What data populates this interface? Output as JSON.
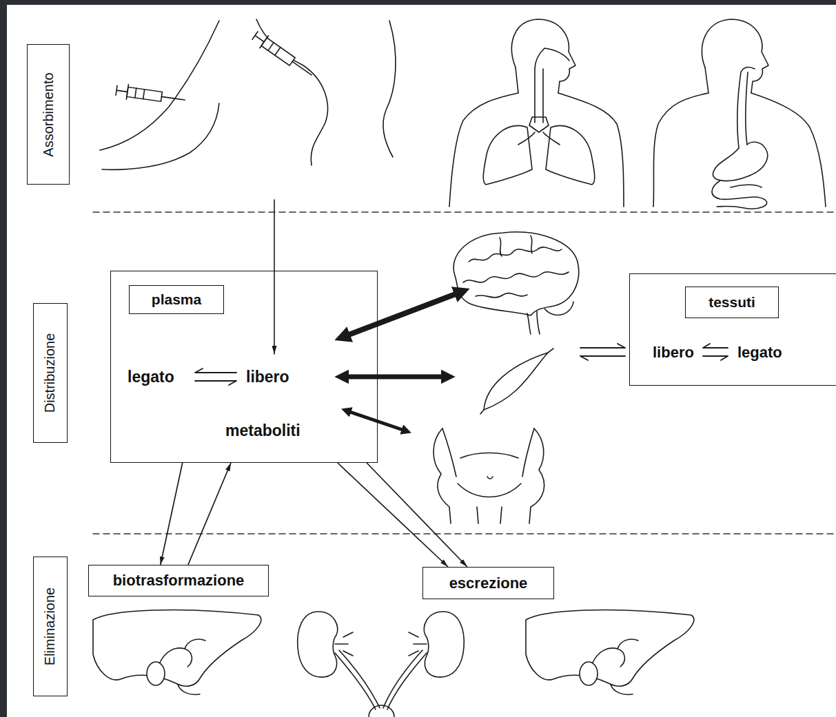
{
  "diagram": {
    "nodes": [
      {
        "text": [
          "Assorbimento"
        ]
      },
      {
        "text": [
          "Distribuzione"
        ]
      },
      {
        "text": [
          "legato",
          "libero",
          "metaboliti"
        ]
      },
      {
        "text": [
          "plasma"
        ],
        "in": 2
      },
      {
        "text": [
          "libero",
          "legato"
        ]
      },
      {
        "text": [
          "tessuti"
        ],
        "in": 4
      },
      {
        "text": [
          "Eliminazione"
        ]
      },
      {
        "text": [
          "biotrasformazione"
        ]
      },
      {
        "text": [
          "escrezione"
        ]
      }
    ],
    "edges": [
      {
        "from": 2,
        "to": 7,
        "arrow": "to"
      },
      {
        "from": 7,
        "to": 2,
        "arrow": "to"
      },
      {
        "from": 2,
        "to": 8,
        "arrow": "to"
      },
      {
        "from": 2,
        "to": 8,
        "arrow": "to"
      }
    ]
  }
}
